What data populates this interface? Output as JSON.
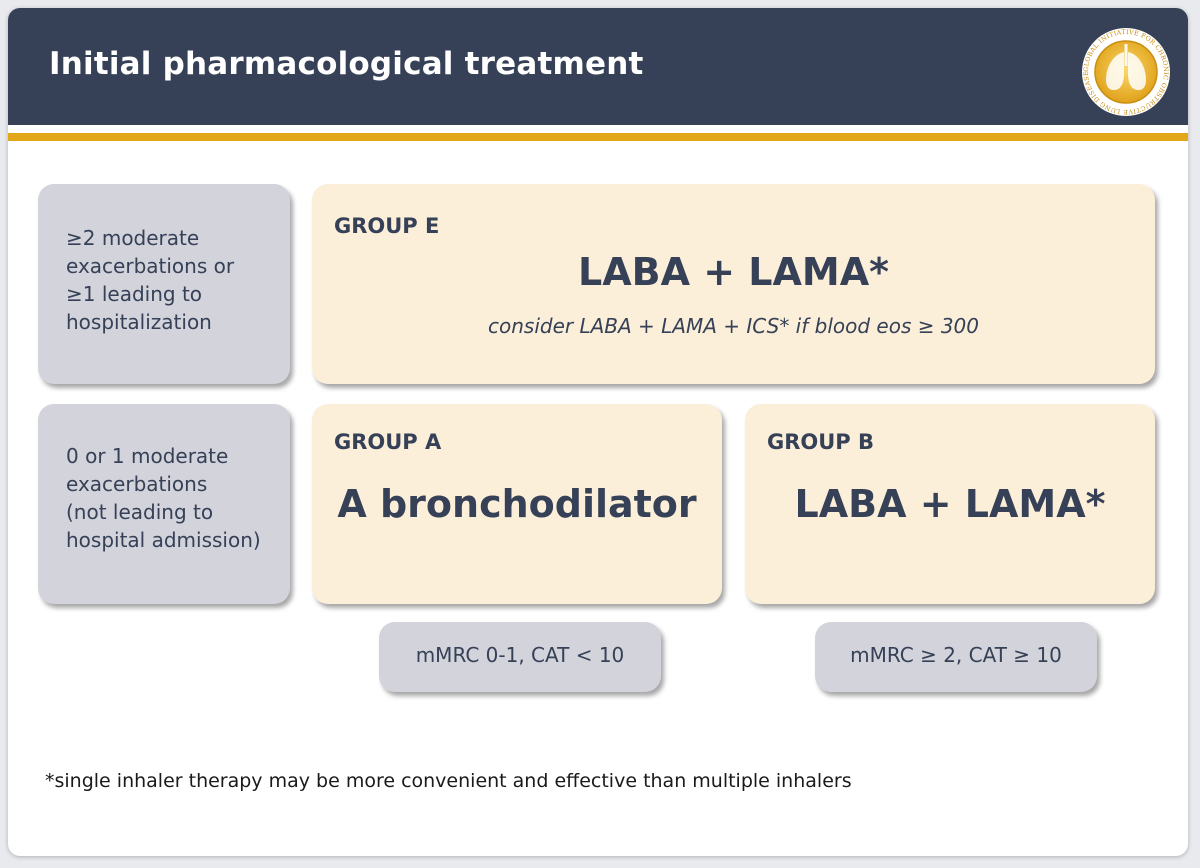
{
  "header": {
    "title": "Initial pharmacological treatment",
    "logo_text": "GLOBAL INITIATIVE FOR CHRONIC OBSTRUCTIVE LUNG DISEASE"
  },
  "rows": {
    "top_label": [
      "≥2 moderate",
      "exacerbations or",
      "≥1 leading to",
      "hospitalization"
    ],
    "bottom_label": [
      "0 or 1 moderate",
      "exacerbations",
      "(not leading to",
      "hospital admission)"
    ]
  },
  "groups": {
    "e": {
      "label": "GROUP E",
      "treatment": "LABA + LAMA*",
      "note": "consider LABA + LAMA + ICS* if blood eos ≥ 300"
    },
    "a": {
      "label": "GROUP A",
      "treatment": "A bronchodilator"
    },
    "b": {
      "label": "GROUP B",
      "treatment": "LABA + LAMA*"
    }
  },
  "criteria": {
    "left": "mMRC 0-1, CAT < 10",
    "right": "mMRC ≥ 2, CAT ≥ 10"
  },
  "footnote": "*single inhaler therapy may be more convenient and effective than multiple inhalers",
  "colors": {
    "header_bg": "#364157",
    "accent_gold": "#e3a81a",
    "cream_box": "#fbefd9",
    "gray_box": "#d2d3db",
    "text_navy": "#364157"
  }
}
